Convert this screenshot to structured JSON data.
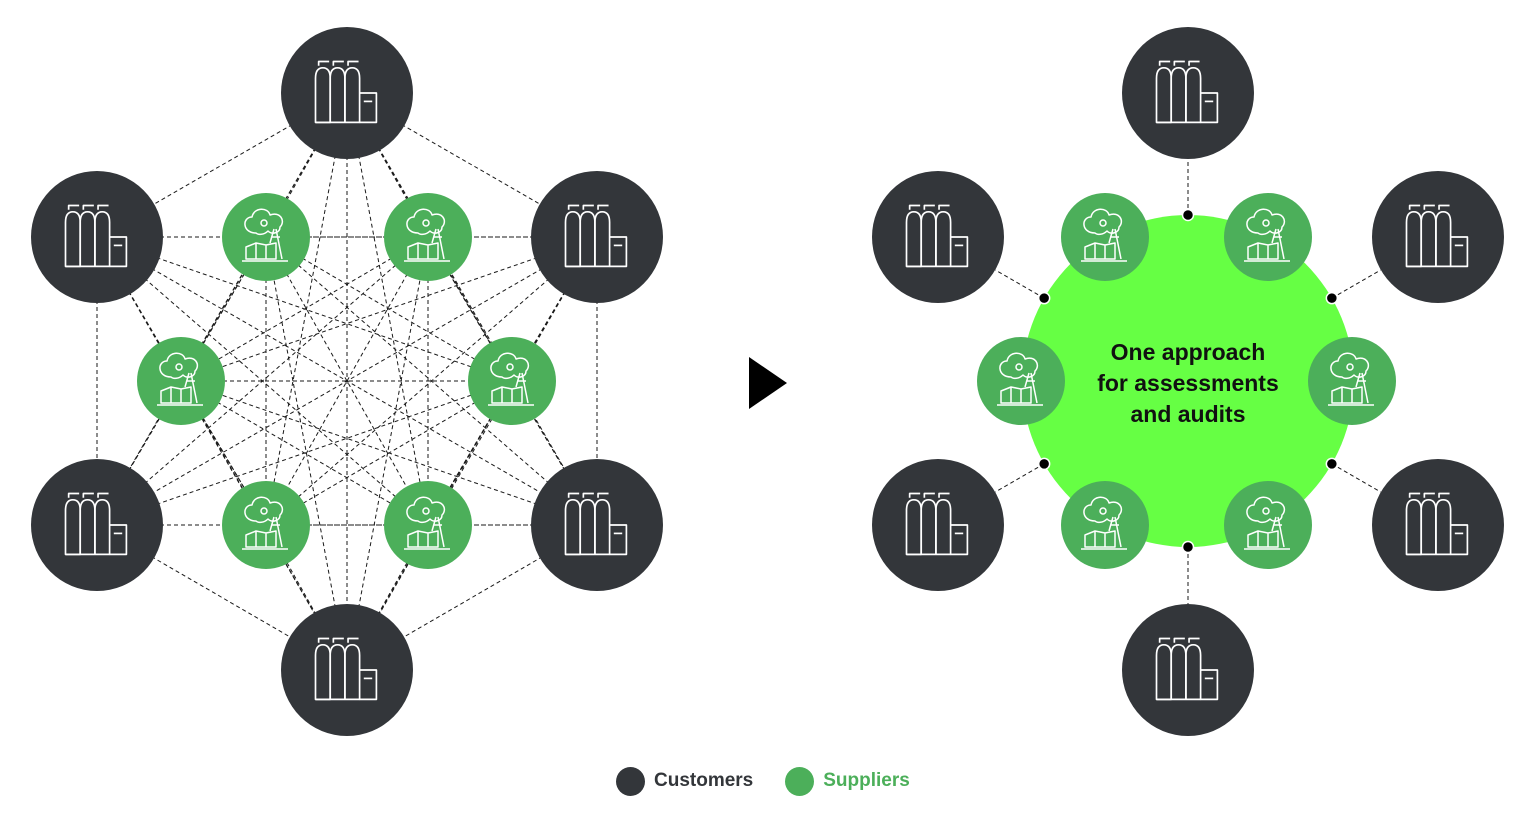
{
  "colors": {
    "customer": "#33363a",
    "supplier": "#4caf5a",
    "hub": "#66ff44",
    "line": "#1a1a1a",
    "icon": "#ffffff",
    "legend_supplier_text": "#4caf5a",
    "text": "#111111"
  },
  "icons": {
    "customer": "server-rack-icon",
    "supplier": "factory-icon",
    "transition": "arrow-right-icon"
  },
  "hub": {
    "label_lines": [
      "One approach",
      "for assessments",
      "and audits"
    ]
  },
  "legend": [
    {
      "key": "customer",
      "label": "Customers"
    },
    {
      "key": "supplier",
      "label": "Suppliers"
    }
  ]
}
